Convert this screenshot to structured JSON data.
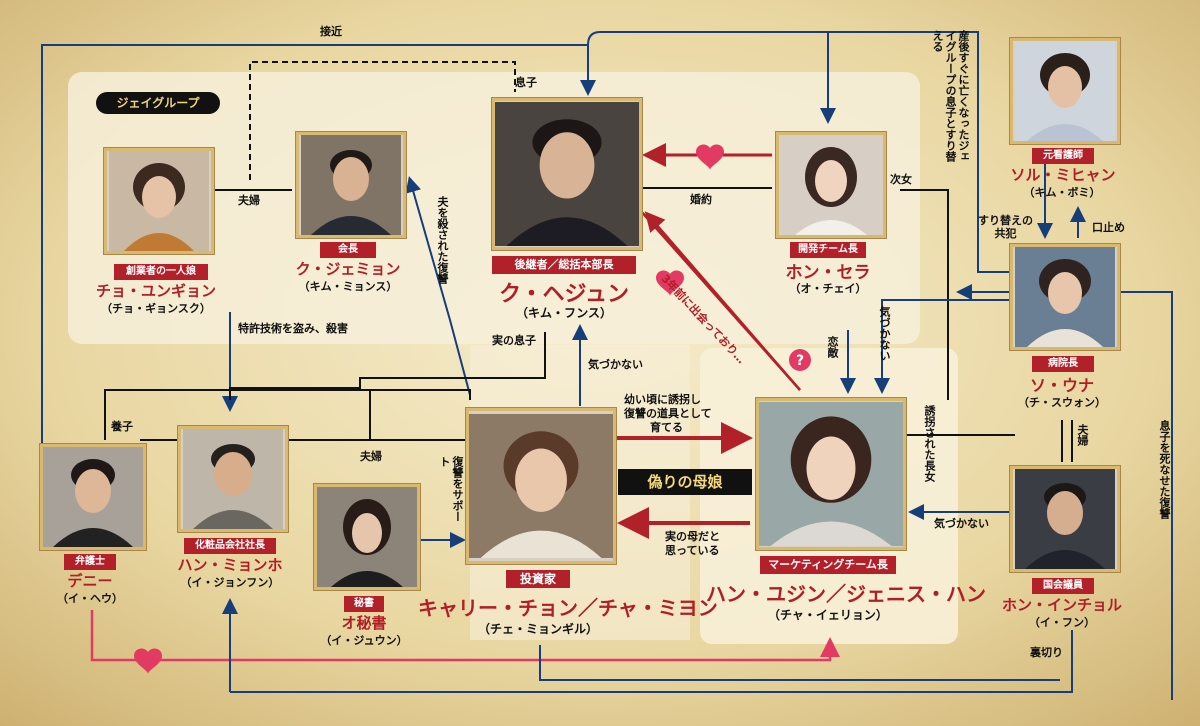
{
  "group_label": "ジェイグループ",
  "fake_mother_label": "偽りの母娘",
  "colors": {
    "red": "#b2202a",
    "navy": "#153e7a",
    "pink": "#e23a62",
    "gold": "#d9b970"
  },
  "people": {
    "choyun": {
      "role": "創業者の一人娘",
      "name": "チョ・ユンギョン",
      "actor": "（チョ・ギョンスク）"
    },
    "jemin": {
      "role": "会長",
      "name": "ク・ジェミョン",
      "actor": "（キム・ミョンス）"
    },
    "hejun": {
      "role": "後継者／総括本部長",
      "name": "ク・ヘジュン",
      "actor": "（キム・フンス）"
    },
    "sera": {
      "role": "開発チーム長",
      "name": "ホン・セラ",
      "actor": "（オ・チェイ）"
    },
    "sol": {
      "role": "元看護師",
      "name": "ソル・ミヒャン",
      "actor": "（キム・ボミ）"
    },
    "sowuna": {
      "role": "病院長",
      "name": "ソ・ウナ",
      "actor": "（チ・スウォン）"
    },
    "danny": {
      "role": "弁護士",
      "name": "デニー",
      "actor": "（イ・ヘウ）"
    },
    "hanmin": {
      "role": "化粧品会社社長",
      "name": "ハン・ミョンホ",
      "actor": "（イ・ジョンフン）"
    },
    "oh": {
      "role": "秘書",
      "name": "オ秘書",
      "actor": "（イ・ジュウン）"
    },
    "carrie": {
      "role": "投資家",
      "name": "キャリー・チョン／チャ・ミヨン",
      "actor": "（チェ・ミョンギル）"
    },
    "yujin": {
      "role": "マーケティングチーム長",
      "name": "ハン・ユジン／ジェニス・ハン",
      "actor": "（チャ・イェリョン）"
    },
    "hongin": {
      "role": "国会議員",
      "name": "ホン・インチョル",
      "actor": "（イ・フン）"
    }
  },
  "relations": {
    "approach": "接近",
    "son": "息子",
    "couple1": "夫婦",
    "husband_killed": "夫を殺された復讐",
    "engaged": "婚約",
    "met3years": "3年前に出会っており…",
    "second_daughter": "次女",
    "swap_note": "産後すぐに亡くなったジェイグループの息子とすり替える",
    "swap_accomplice": "すり替えの\n共犯",
    "hush": "口止め",
    "patent": "特許技術を盗み、殺害",
    "real_son": "実の息子",
    "unaware1": "気づかない",
    "love_rival": "恋敵",
    "unaware2": "気づかない",
    "adopted": "養子",
    "couple2": "夫婦",
    "revenge_support": "復讐をサポート",
    "kidnap1": "幼い頃に誘拐し",
    "kidnap2": "復讐の道具として",
    "kidnap3": "育てる",
    "real_mother1": "実の母だと",
    "real_mother2": "思っている",
    "kidnapped_daughter": "誘拐された長女",
    "couple3": "夫婦",
    "unaware3": "気づかない",
    "son_revenge": "息子を死なせた復讐",
    "betrayal": "裏切り"
  }
}
